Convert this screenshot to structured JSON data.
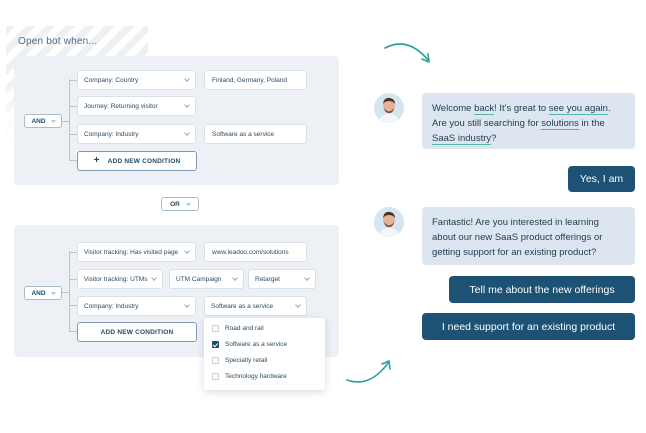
{
  "rule_builder": {
    "title": "Open bot when...",
    "group1": {
      "operator": "AND",
      "conditions": [
        {
          "field": "Company: Country",
          "value": "Finland, Germany, Poland"
        },
        {
          "field": "Journey: Returning visitor"
        },
        {
          "field": "Company: Industry",
          "value": "Software as a service"
        }
      ],
      "add_label": "ADD NEW CONDITION"
    },
    "group_operator": "OR",
    "group2": {
      "operator": "AND",
      "conditions": [
        {
          "field": "Visitor tracking: Has visited page",
          "value": "www.leadoo.com/solutions"
        },
        {
          "field": "Visitor tracking: UTMs",
          "utm_field": "UTM Campaign",
          "value": "Retarget"
        },
        {
          "field": "Company: Industry",
          "value": "Software as a service"
        }
      ],
      "add_label": "ADD NEW CONDITION"
    },
    "dropdown": {
      "options": [
        {
          "label": "Road and rail",
          "checked": false
        },
        {
          "label": "Software as a service",
          "checked": true
        },
        {
          "label": "Specialty retail",
          "checked": false
        },
        {
          "label": "Technology hardware",
          "checked": false
        }
      ]
    }
  },
  "chat": {
    "bot_message_1": {
      "parts": [
        "Welcome ",
        "back",
        "! It's great to ",
        "see you again",
        ". Are you still  searching for ",
        "solutions",
        " in the ",
        "SaaS industry",
        "?"
      ]
    },
    "user_reply_1": "Yes, I am",
    "bot_message_2": "Fantastic! Are you interested in learning about our new SaaS product offerings or getting support for an existing product?",
    "user_reply_2a": "Tell me about the new offerings",
    "user_reply_2b": "I need support for an existing product"
  },
  "colors": {
    "accent": "#1d5275",
    "bot_bubble": "#dde5f1",
    "panel": "#edf1f6",
    "underline": "#4fb8a8",
    "arrow": "#2aa39a"
  },
  "icons": [
    "chevron-down-icon",
    "plus-icon",
    "checkbox-icon",
    "curved-arrow-icon",
    "avatar"
  ]
}
